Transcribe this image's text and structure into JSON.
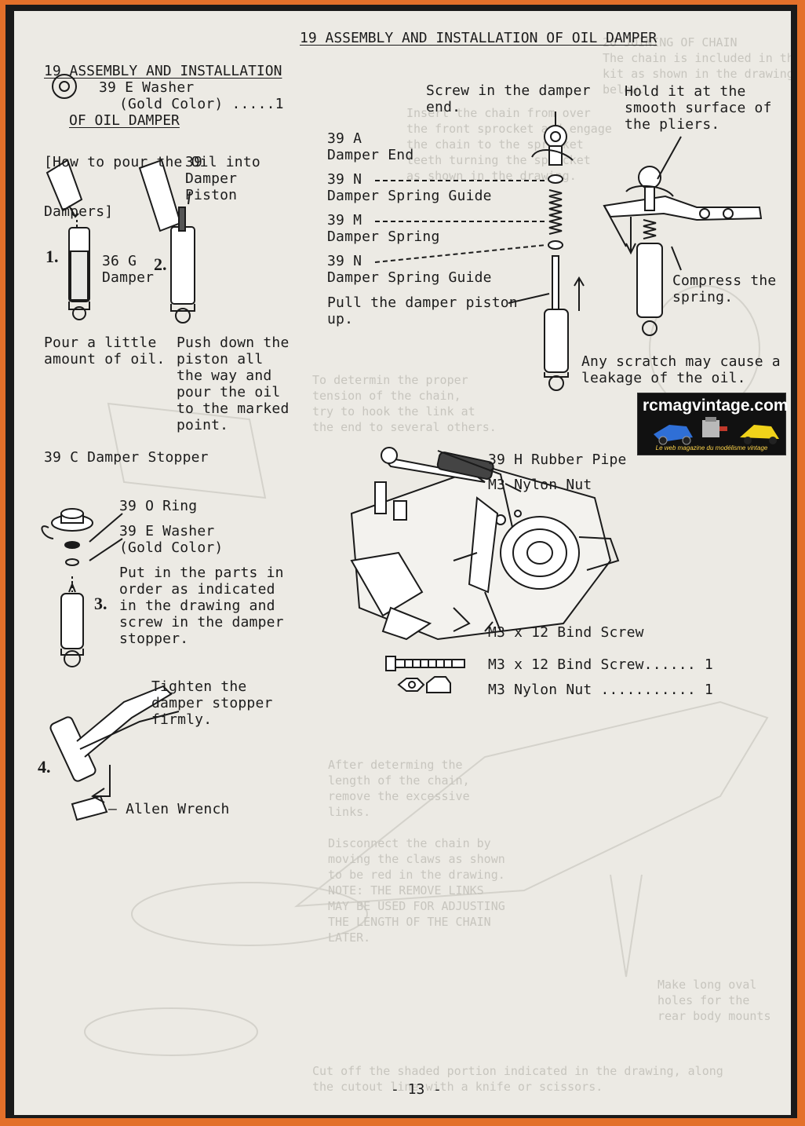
{
  "page": {
    "left_heading_line1": "19 ASSEMBLY AND INSTALLATION",
    "left_heading_line2": "OF OIL DAMPER",
    "right_heading": "19 ASSEMBLY AND INSTALLATION OF OIL DAMPER",
    "page_number": "-  13  -"
  },
  "left_column": {
    "washer_part": "39 E Washer",
    "washer_qty": "(Gold Color) .....1",
    "oil_heading_line1": "[How to pour the Oil into",
    "oil_heading_line2": "Dampers]",
    "piston_label_1": "39",
    "piston_label_2": "Damper",
    "piston_label_3": "Piston",
    "damper_label_1": "36 G",
    "damper_label_2": "Damper",
    "step1": "1.",
    "step2": "2.",
    "pour_text": "Pour a little\namount of oil.",
    "push_text": "Push down the\npiston all\nthe way and\npour the oil\nto the marked\npoint.",
    "stopper_label": "39 C Damper Stopper",
    "oring_label": "39 O Ring",
    "washer2_label_1": "39 E Washer",
    "washer2_label_2": "(Gold Color)",
    "step3": "3.",
    "put_text": "Put in the parts in\norder as indicated\nin the drawing and\nscrew in the damper\nstopper.",
    "tighten_text": "Tighten the\ndamper stopper\nfirmly.",
    "step4": "4.",
    "allen_label": "— Allen Wrench"
  },
  "right_column": {
    "screw_in_text": "Screw in the damper\nend.",
    "hold_text": "Hold it at the\nsmooth surface of\nthe pliers.",
    "part_a_1": "39 A",
    "part_a_2": "Damper End",
    "part_n1_1": "39 N",
    "part_n1_2": "Damper Spring Guide",
    "part_m_1": "39 M",
    "part_m_2": "Damper Spring",
    "part_n2_1": "39 N",
    "part_n2_2": "Damper Spring Guide",
    "pull_text": "Pull the damper piston\nup.",
    "compress_text": "Compress the\nspring.",
    "scratch_text": "Any scratch may cause a\nleakage of the oil.",
    "rubber_pipe": "39 H Rubber Pipe",
    "nylon_nut_label": "M3 Nylon Nut",
    "bind_screw_label": "M3 x 12 Bind Screw",
    "bind_screw_qty": "M3 x 12 Bind Screw...... 1",
    "nylon_nut_qty": "M3 Nylon Nut ........... 1"
  },
  "watermark": {
    "site": "rcmagvintage.com",
    "tagline": "Le web magazine du modélisme vintage"
  },
  "colors": {
    "border_outer": "#e3702a",
    "paper": "#eceae4",
    "ink": "#1b1b1b",
    "ghost_ink": "#c7c5be"
  }
}
